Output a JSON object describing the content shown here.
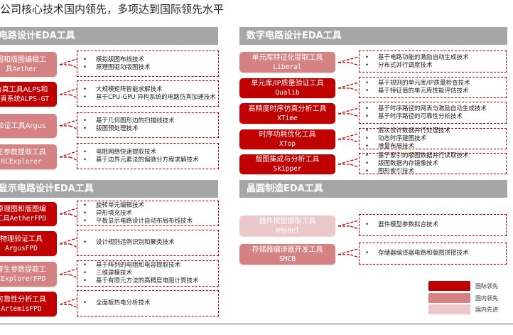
{
  "title": "公司核心技术国内领先，多项达到国际领先水平",
  "colors": {
    "intl_lead": "#c00000",
    "domestic_lead": "#d48283",
    "domestic_adv": "#ebc8c9",
    "header": "#a6a6a6",
    "dash": "#c00000"
  },
  "sections": [
    {
      "title": "电路设计EDA工具",
      "rows": [
        {
          "name1": "图和版图编辑工",
          "name2": "具Aether",
          "level": "domestic_lead",
          "items": [
            "模拟版图布线技术",
            "原理图驱动版图技术"
          ]
        },
        {
          "name1": "仿真工具ALPS和",
          "name2": "仿真系统ALPS-GT",
          "level": "intl_lead",
          "items": [
            "大规模矩阵智能求解技术",
            "基于CPU-GPU 异构系统的电路仿真加速技术"
          ]
        },
        {
          "name1": "验证工具Argus",
          "name2": "",
          "level": "domestic_lead",
          "items": [
            "基于几何图形边的扫描线技术",
            "版图预处理技术"
          ]
        },
        {
          "name1": "生参数提取工具",
          "name2": "RCExplorer",
          "level": "domestic_lead",
          "items": [
            "电阻网络快速提取技术",
            "基于边界元素法的偏微分方程求解技术"
          ]
        }
      ]
    },
    {
      "title": "显示电路设计EDA工具",
      "rows": [
        {
          "name1": "原理图和版图编",
          "name2": "工具AetherFPD",
          "level": "intl_lead",
          "items": [
            "旋转单元编辑技术",
            "异形填充技术",
            "平板显示电路设计自动布局布线技术"
          ]
        },
        {
          "name1": "物理验证工具",
          "name2": "ArgusFPD",
          "level": "intl_lead",
          "items": [
            "设计规则违例识别和聚类技术"
          ]
        },
        {
          "name1": "寄生参数提取工",
          "name2": "CExplorerFPD",
          "level": "domestic_lead",
          "items": [
            "基于阵列的电阻和电容提取技术",
            "三维建模技术",
            "基于有限元方法的高精度电阻计算技术"
          ]
        },
        {
          "name1": "可靠性分析工具",
          "name2": "ArtemisFPD",
          "level": "intl_lead",
          "items": [
            "全面板热电分析技术"
          ]
        }
      ]
    },
    {
      "title": "数字电路设计EDA工具",
      "rows": [
        {
          "name1": "单元库特征化提取工具",
          "name2": "Liberal",
          "level": "domestic_lead",
          "items": [
            "基于电路功能的激励自动生成技术",
            "分布式并行调度技术"
          ]
        },
        {
          "name1": "单元库/IP质量验证工具",
          "name2": "Qualib",
          "level": "intl_lead",
          "items": [
            "基于规则的单元库/IP质量检查技术",
            "基于特征值的单元库性能评估技术"
          ]
        },
        {
          "name1": "高精度时序仿真分析工具",
          "name2": "XTime",
          "level": "intl_lead",
          "items": [
            "基于时序路径的网表与激励自动生成技术",
            "基于时序路径的可靠性分析技术"
          ]
        },
        {
          "name1": "时序功耗优化工具",
          "name2": "XTop",
          "level": "intl_lead",
          "items": [
            "层次设计数据并行处理技术",
            "动态时序建图技术",
            "增量布局技术"
          ]
        },
        {
          "name1": "版图集成与分析工具",
          "name2": "Skipper",
          "level": "intl_lead",
          "items": [
            "基于索引的版图数据并行读取技术",
            "版图数据内存镜像技术",
            "图形索引技术"
          ]
        }
      ]
    },
    {
      "title": "晶圆制造EDA工具",
      "rows": [
        {
          "name1": "器件模型提取工具",
          "name2": "XModel",
          "level": "domestic_adv",
          "items": [
            "器件模型参数拟合技术"
          ]
        },
        {
          "name1": "存储器编译器开发工具",
          "name2": "SMCB",
          "level": "domestic_lead",
          "items": [
            "存储器编译器电路和版图拼接技术"
          ]
        }
      ]
    }
  ],
  "legend": [
    {
      "label": "国际领先",
      "level": "intl_lead"
    },
    {
      "label": "国内领先",
      "level": "domestic_lead"
    },
    {
      "label": "国内先进",
      "level": "domestic_adv"
    }
  ]
}
